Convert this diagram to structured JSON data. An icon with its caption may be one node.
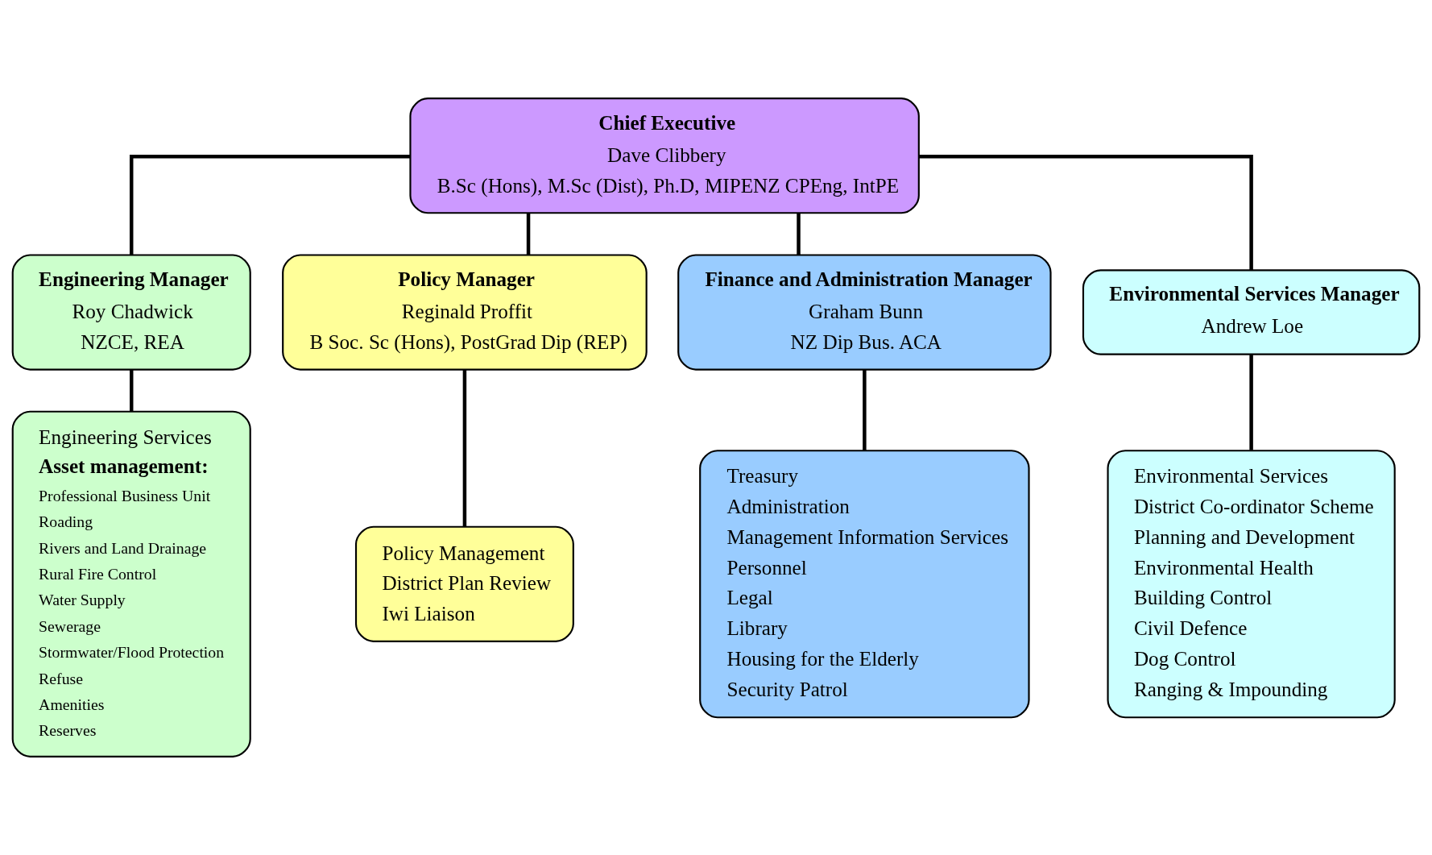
{
  "diagram": {
    "nodes": [
      {
        "text": [
          "Chief Executive",
          "Dave Clibbery",
          "B.Sc (Hons), M.Sc (Dist), Ph.D, MIPENZ CPEng, IntPE"
        ]
      },
      {
        "text": [
          "Engineering Manager",
          "Roy Chadwick",
          "NZCE, REA"
        ]
      },
      {
        "text": [
          "Policy Manager",
          "Reginald Proffit",
          "B Soc. Sc (Hons), PostGrad Dip (REP)"
        ]
      },
      {
        "text": [
          "Finance and Administration Manager",
          "Graham Bunn",
          "NZ Dip Bus. ACA"
        ]
      },
      {
        "text": [
          "Environmental Services Manager",
          "Andrew Loe"
        ]
      },
      {
        "text": [
          "Engineering Services",
          "Asset management:",
          "Professional Business Unit",
          "Roading",
          "Rivers and Land Drainage",
          "Rural Fire Control",
          "Water Supply",
          "Sewerage",
          "Stormwater/Flood Protection",
          "Refuse",
          "Amenities",
          "Reserves"
        ]
      },
      {
        "text": [
          "Policy Management",
          "District Plan Review",
          "Iwi Liaison"
        ]
      },
      {
        "text": [
          "Treasury",
          "Administration",
          "Management Information Services",
          "Personnel",
          "Legal",
          "Library",
          "Housing for the Elderly",
          "Security Patrol"
        ]
      },
      {
        "text": [
          "Environmental Services",
          "District Co-ordinator Scheme",
          "Planning and Development",
          "Environmental Health",
          "Building Control",
          "Civil Defence",
          "Dog Control",
          "Ranging & Impounding"
        ]
      }
    ],
    "edges": [
      {
        "from": 0,
        "to": 1,
        "arrow": "none"
      },
      {
        "from": 0,
        "to": 2,
        "arrow": "none"
      },
      {
        "from": 0,
        "to": 3,
        "arrow": "none"
      },
      {
        "from": 0,
        "to": 4,
        "arrow": "none"
      },
      {
        "from": 1,
        "to": 5,
        "arrow": "none"
      },
      {
        "from": 2,
        "to": 6,
        "arrow": "none"
      },
      {
        "from": 3,
        "to": 7,
        "arrow": "none"
      },
      {
        "from": 4,
        "to": 8,
        "arrow": "none"
      }
    ]
  }
}
